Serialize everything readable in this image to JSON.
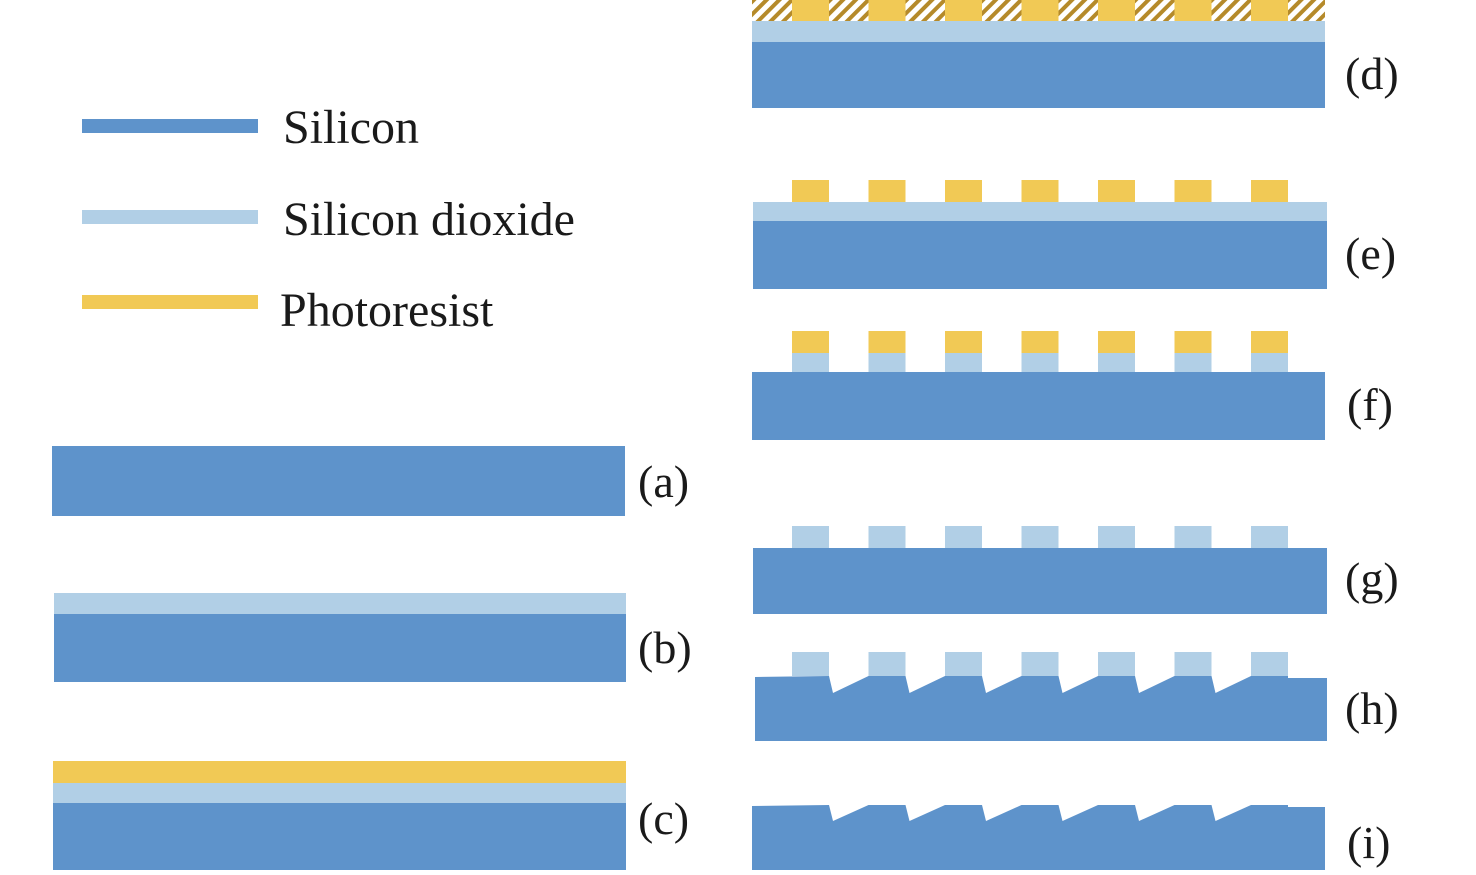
{
  "colors": {
    "silicon": "#5E93CB",
    "oxide": "#B1CFE6",
    "photoresist": "#F1C955",
    "exposed_hatch": "#B58A2A"
  },
  "legend": [
    {
      "label": "Silicon",
      "color_key": "silicon"
    },
    {
      "label": "Silicon dioxide",
      "color_key": "oxide"
    },
    {
      "label": "Photoresist",
      "color_key": "photoresist"
    }
  ],
  "panels": {
    "a": "(a)",
    "b": "(b)",
    "c": "(c)",
    "d": "(d)",
    "e": "(e)",
    "f": "(f)",
    "g": "(g)",
    "h": "(h)",
    "i": "(i)"
  }
}
